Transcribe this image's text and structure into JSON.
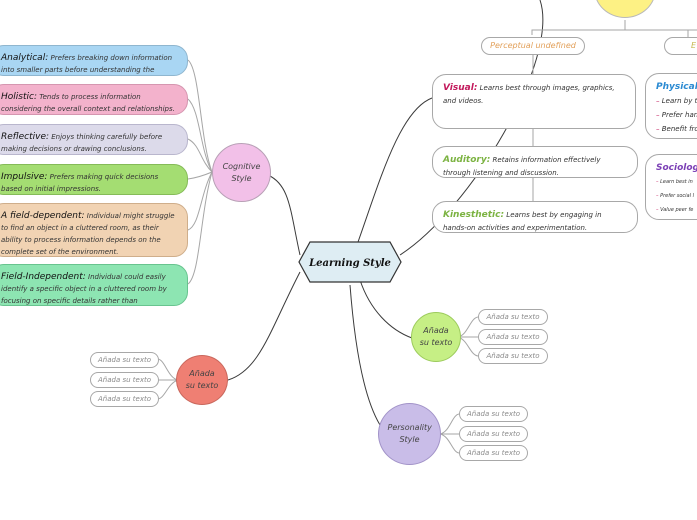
{
  "central": "Learning Style",
  "cognitive": {
    "label": "Cognitive Style",
    "items": [
      {
        "title": "Analytical:",
        "text": "Prefers breaking down information into smaller parts before understanding the whole.",
        "color": "#a9d6f3"
      },
      {
        "title": "Holistic:",
        "text": "Tends to process information considering the overall context and relationships.",
        "color": "#f3b2cc"
      },
      {
        "title": "Reflective:",
        "text": "Enjoys thinking carefully before making decisions or drawing conclusions.",
        "color": "#dcdaea"
      },
      {
        "title": "Impulsive:",
        "text": "Prefers making quick decisions based on initial impressions.",
        "color": "#a4dd72"
      },
      {
        "title": "A field-dependent:",
        "text": "Individual might struggle to find an object in a cluttered room, as their ability to process information depends on the complete set of the environment.",
        "color": "#f1d3b3"
      },
      {
        "title": "Field-Independent:",
        "text": "Individual could easily identify a specific object in a cluttered room by focusing on specific details rather than depending on the entire environment.",
        "color": "#8de5b2"
      }
    ]
  },
  "perceptual": {
    "label": "Perceptual undefined",
    "items": [
      {
        "title": "Visual:",
        "text": "Learns best through images, graphics, and videos.",
        "color": "#c2185b"
      },
      {
        "title": "Auditory:",
        "text": "Retains information effectively through listening and discussion.",
        "color": "#7cb342"
      },
      {
        "title": "Kinesthetic:",
        "text": "Learns best by engaging in hands-on activities and experimentation.",
        "color": "#7cb342"
      }
    ]
  },
  "environmental": {
    "label": "E",
    "physical": {
      "title": "Physical",
      "items": [
        "Learn by t",
        "Prefer han",
        "Benefit fro"
      ]
    },
    "sociological": {
      "title": "Sociologi",
      "items": [
        "Learn best in",
        "Prefer social l",
        "Value peer fe"
      ]
    }
  },
  "green_topic": {
    "label": "Añada su texto",
    "color": "#c6ef85",
    "leaves": [
      "Añada su texto",
      "Añada su texto",
      "Añada su texto"
    ]
  },
  "red_topic": {
    "label": "Añada su texto",
    "color": "#ef7f73",
    "leaves": [
      "Añada su texto",
      "Añada su texto",
      "Añada su texto"
    ]
  },
  "personality": {
    "label": "Personality Style",
    "color": "#c9bde8",
    "leaves": [
      "Añada su texto",
      "Añada su texto",
      "Añada su texto"
    ]
  },
  "colors": {
    "cognitive_node": "#f2c0e8",
    "yellow_node": "#fdf184",
    "central_fill": "#deedf3"
  }
}
